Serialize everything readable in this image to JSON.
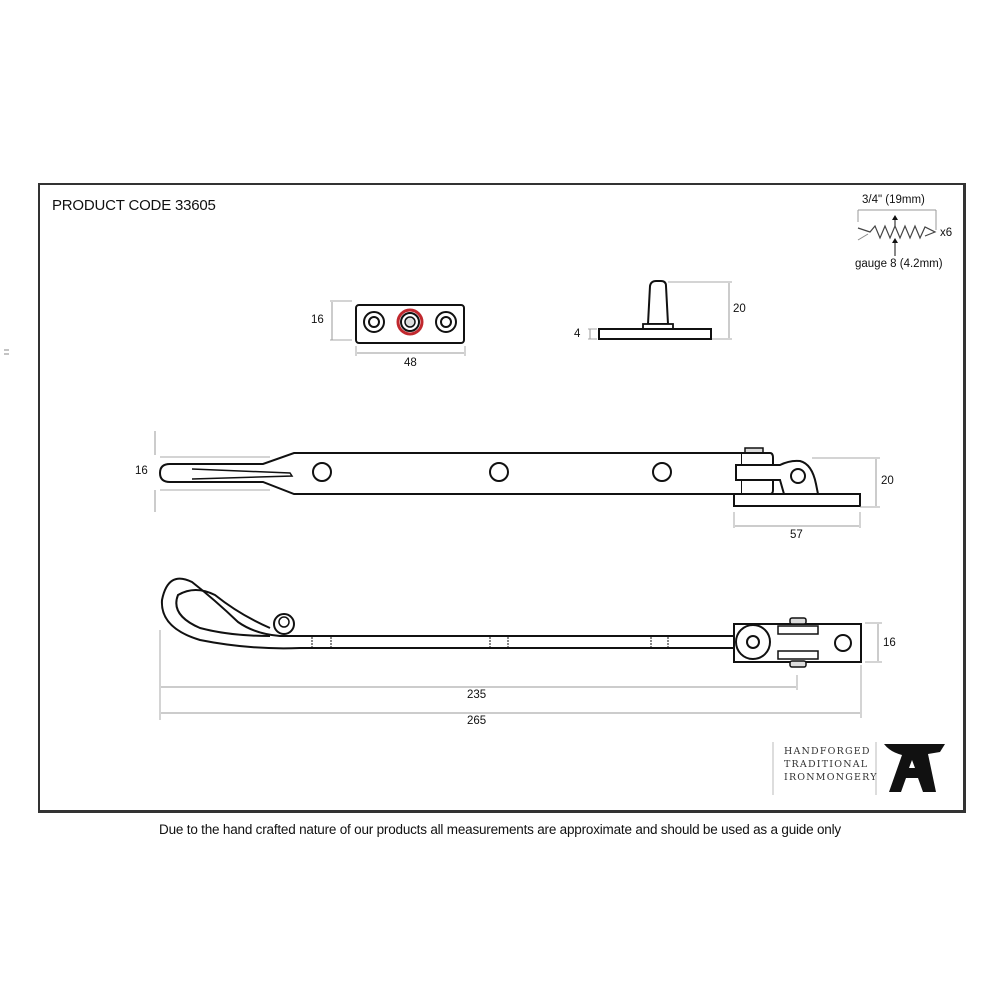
{
  "header": {
    "product_code": "PRODUCT CODE 33605"
  },
  "screws": {
    "length": "3/4\" (19mm)",
    "quantity": "x6",
    "gauge": "gauge 8 (4.2mm)",
    "icon": "screw-icon"
  },
  "keep_plate": {
    "height": "16",
    "width": "48"
  },
  "pin": {
    "plate_thickness": "4",
    "height": "20"
  },
  "stay_top_view": {
    "width": "16",
    "bracket_height": "20",
    "bracket_length": "57"
  },
  "stay_side_view": {
    "height": "16",
    "length_to_pivot": "235",
    "overall_length": "265"
  },
  "brand": {
    "line1": "HANDFORGED",
    "line2": "TRADITIONAL",
    "line3": "IRONMONGERY",
    "logo": "anvil-icon"
  },
  "footer": {
    "disclaimer": "Due to the hand crafted nature of our products all measurements are approximate and should be used as a guide only"
  },
  "colors": {
    "line": "#111111",
    "dimension": "#999999",
    "highlight_ring": "#c0282e"
  }
}
